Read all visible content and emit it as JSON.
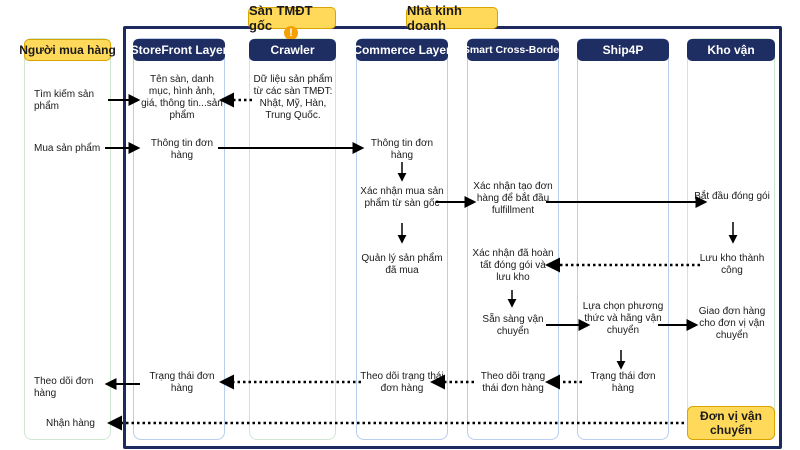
{
  "tags": {
    "marketplace": "Sàn TMĐT gốc",
    "business": "Nhà kinh doanh",
    "alert_mark": "!"
  },
  "lanes": [
    {
      "id": "buyer",
      "label": "Người mua hàng"
    },
    {
      "id": "storefront",
      "label": "StoreFront Layer"
    },
    {
      "id": "crawler",
      "label": "Crawler"
    },
    {
      "id": "commerce",
      "label": "Commerce Layer"
    },
    {
      "id": "smart",
      "label": "Smart Cross-Border"
    },
    {
      "id": "ship4p",
      "label": "Ship4P"
    },
    {
      "id": "kho",
      "label": "Kho vận"
    }
  ],
  "steps": {
    "buyer_search": "Tìm kiếm sản phẩm",
    "buyer_buy": "Mua sản phẩm",
    "buyer_track": "Theo dõi đơn hàng",
    "buyer_receive": "Nhận hàng",
    "sf_catalog": "Tên sàn, danh mục, hình ảnh, giá, thông tin...sản phẩm",
    "sf_order_info": "Thông tin đơn hàng",
    "sf_status": "Trạng thái đơn hàng",
    "crawler_data": "Dữ liệu sản phẩm từ các sàn TMĐT: Nhật, Mỹ, Hàn, Trung Quốc.",
    "cl_order_info": "Thông tin đơn hàng",
    "cl_confirm": "Xác nhận mua sản phẩm từ sàn gốc",
    "cl_manage": "Quản lý sản phẩm đã mua",
    "cl_track": "Theo dõi trạng thái đơn hàng",
    "scb_create": "Xác nhận tạo đơn hàng để bắt đầu fulfillment",
    "scb_packed": "Xác nhận đã hoàn tất đóng gói và lưu kho",
    "scb_ready": "Sẵn sàng vận chuyển",
    "scb_track": "Theo dõi trạng thái đơn hàng",
    "s4p_choose": "Lựa chọn phương thức và hãng vận chuyển",
    "s4p_status": "Trạng thái đơn hàng",
    "kho_pack": "Bắt đầu đóng gói",
    "kho_store": "Lưu kho thành công",
    "kho_handover": "Giao đơn hàng cho đơn vị vận chuyển",
    "carrier": "Đơn vị vận chuyển"
  },
  "colors": {
    "navy": "#1e2d62",
    "yellow": "#ffd95a",
    "accent_orange": "#f5a000"
  }
}
